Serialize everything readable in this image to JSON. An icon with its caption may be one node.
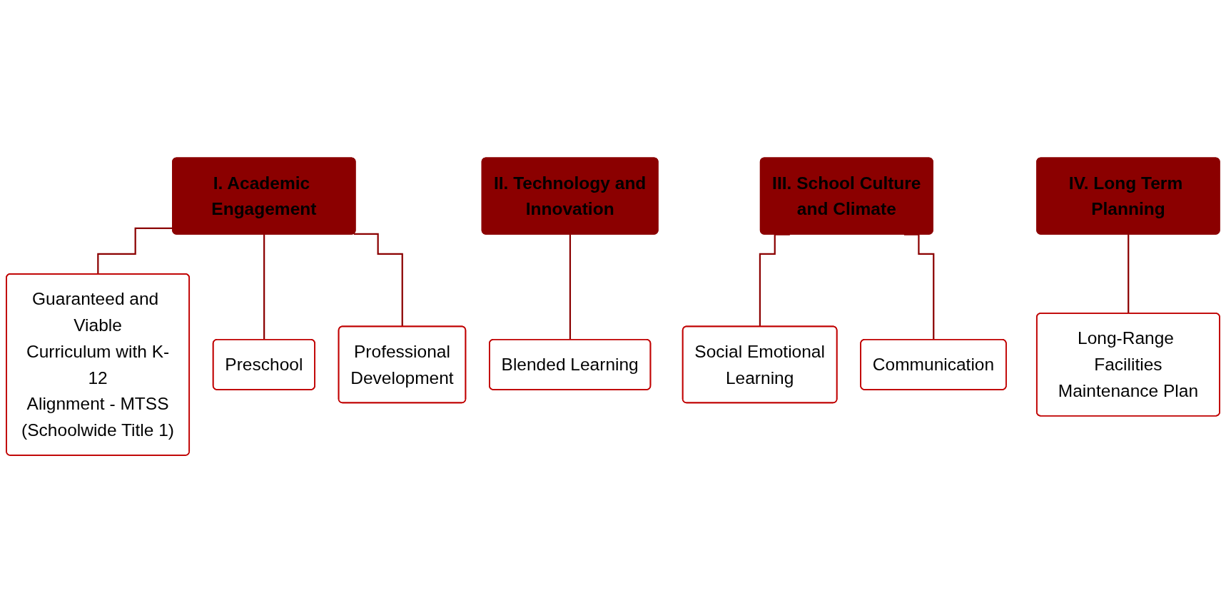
{
  "diagram": {
    "nodes": [
      {
        "text": [
          "I. Academic Engagement"
        ]
      },
      {
        "text": [
          "Guaranteed and Viable Curriculum with K-12 Alignment - MTSS (Schoolwide Title 1)"
        ]
      },
      {
        "text": [
          "Preschool"
        ]
      },
      {
        "text": [
          "Professional Development"
        ]
      },
      {
        "text": [
          "II. Technology and Innovation"
        ]
      },
      {
        "text": [
          "Blended Learning"
        ]
      },
      {
        "text": [
          "III. School Culture and Climate"
        ]
      },
      {
        "text": [
          "Social Emotional Learning"
        ]
      },
      {
        "text": [
          "Communication"
        ]
      },
      {
        "text": [
          "IV. Long Term Planning"
        ]
      },
      {
        "text": [
          "Long-Range Facilities Maintenance Plan"
        ]
      }
    ],
    "edges": [
      {
        "from": 0,
        "to": 1,
        "arrow": "none"
      },
      {
        "from": 0,
        "to": 2,
        "arrow": "none"
      },
      {
        "from": 0,
        "to": 3,
        "arrow": "none"
      },
      {
        "from": 4,
        "to": 5,
        "arrow": "none"
      },
      {
        "from": 6,
        "to": 7,
        "arrow": "none"
      },
      {
        "from": 6,
        "to": 8,
        "arrow": "none"
      },
      {
        "from": 9,
        "to": 10,
        "arrow": "none"
      }
    ]
  }
}
